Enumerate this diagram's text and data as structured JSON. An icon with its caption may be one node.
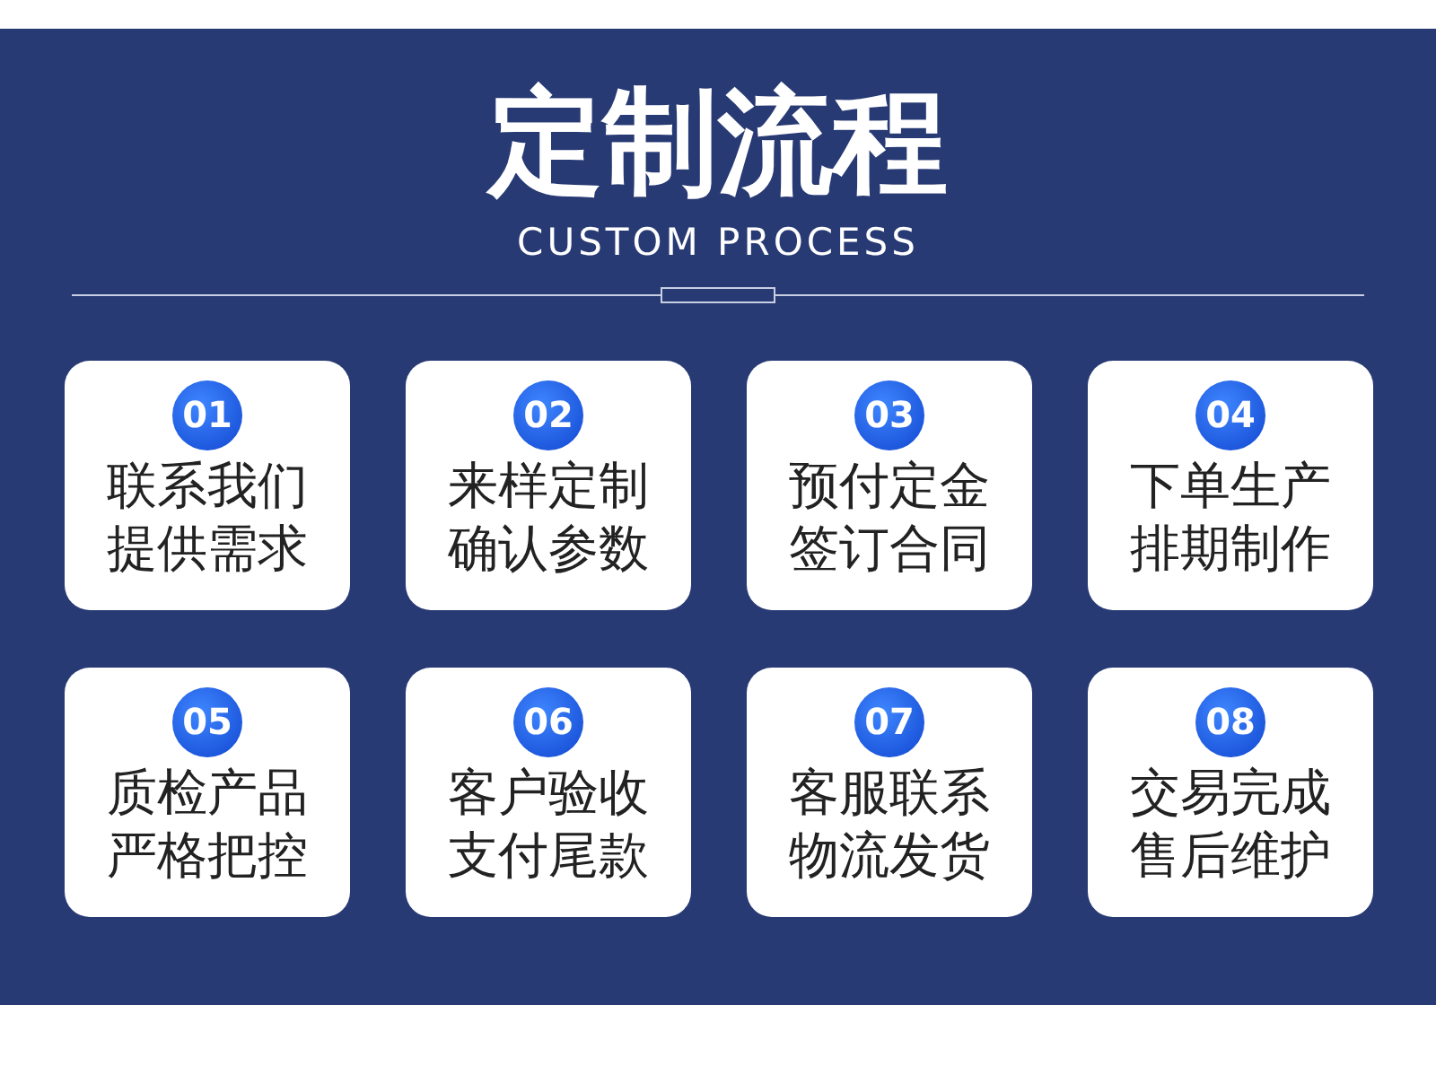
{
  "diagram": {
    "title": "定制流程",
    "labels": [
      "CUSTOM PROCESS"
    ],
    "nodes": [
      {
        "text": [
          "01",
          "联系我们提供需求"
        ]
      },
      {
        "text": [
          "02",
          "来样定制确认参数"
        ]
      },
      {
        "text": [
          "03",
          "预付定金签订合同"
        ]
      },
      {
        "text": [
          "04",
          "下单生产排期制作"
        ]
      },
      {
        "text": [
          "05",
          "质检产品严格把控"
        ]
      },
      {
        "text": [
          "06",
          "客户验收支付尾款"
        ]
      },
      {
        "text": [
          "07",
          "客服联系物流发货"
        ]
      },
      {
        "text": [
          "08",
          "交易完成售后维护"
        ]
      }
    ]
  }
}
